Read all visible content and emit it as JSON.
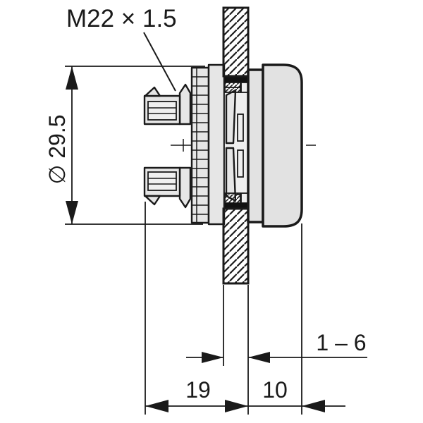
{
  "drawing_type": "technical-dimension-drawing",
  "labels": {
    "thread_size": "M22 × 1.5",
    "diameter": "∅ 29.5",
    "depth_behind_panel": "19",
    "front_projection": "10",
    "panel_thickness_range": "1 – 6"
  },
  "colors": {
    "line": "#1a1a1a",
    "part_fill": "#e2e2e2",
    "background": "#ffffff"
  }
}
